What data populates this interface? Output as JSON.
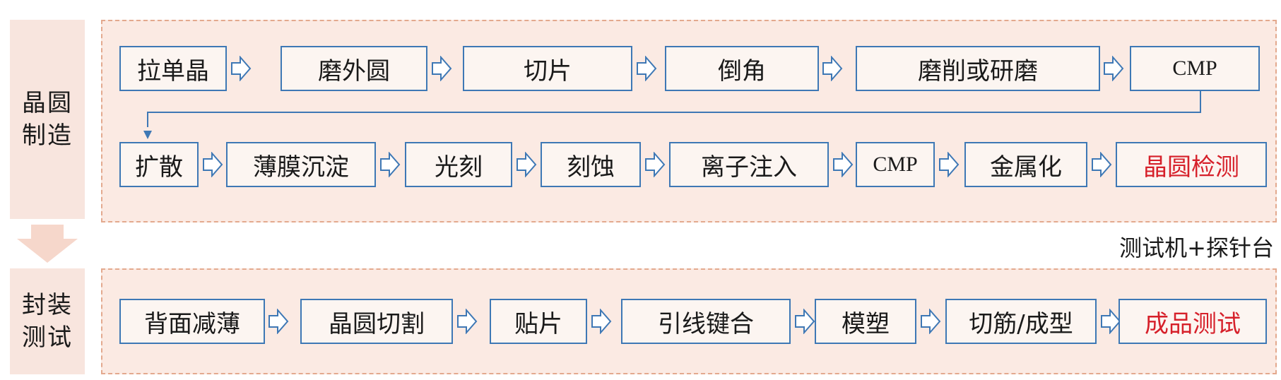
{
  "stages": [
    {
      "label": "晶圆制造",
      "rows": [
        [
          "拉单晶",
          "磨外圆",
          "切片",
          "倒角",
          "磨削或研磨",
          "CMP"
        ],
        [
          "扩散",
          "薄膜沉淀",
          "光刻",
          "刻蚀",
          "离子注入",
          "CMP",
          "金属化",
          "晶圆检测"
        ]
      ]
    },
    {
      "label": "封装测试",
      "rows": [
        [
          "背面减薄",
          "晶圆切割",
          "贴片",
          "引线键合",
          "模塑",
          "切筋/成型",
          "成品测试"
        ]
      ]
    }
  ],
  "highlight_color": "#d6202a",
  "box_border_color": "#3e78b5",
  "tester_label": "测试机+探针台"
}
